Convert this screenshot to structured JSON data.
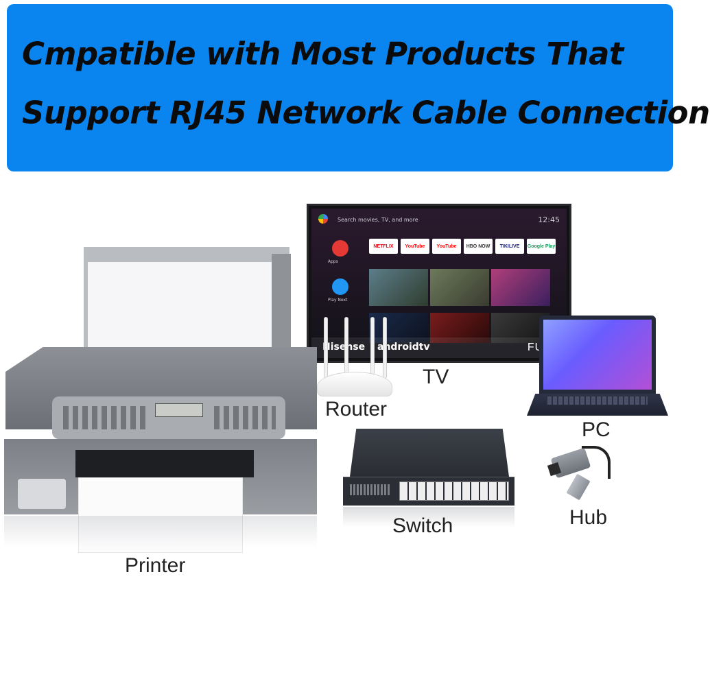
{
  "banner": {
    "line1": "Cmpatible with Most Products That",
    "line2": "Support RJ45 Network Cable Connection"
  },
  "labels": {
    "tv": "TV",
    "router": "Router",
    "pc": "PC",
    "switch": "Switch",
    "hub": "Hub",
    "printer": "Printer"
  },
  "tv_screen": {
    "search": "Search movies, TV, and more",
    "clock": "12:45",
    "apps_label": "Apps",
    "play_next_label": "Play Next",
    "apps": [
      "NETFLIX",
      "YouTube",
      "YouTube",
      "HBO NOW",
      "TIKILIVE",
      "Google Play"
    ],
    "brand": "Hisense",
    "os": "androidtv",
    "full": "FULL"
  },
  "colors": {
    "banner_bg": "#0a85f0",
    "banner_text": "#0b0b0b"
  }
}
